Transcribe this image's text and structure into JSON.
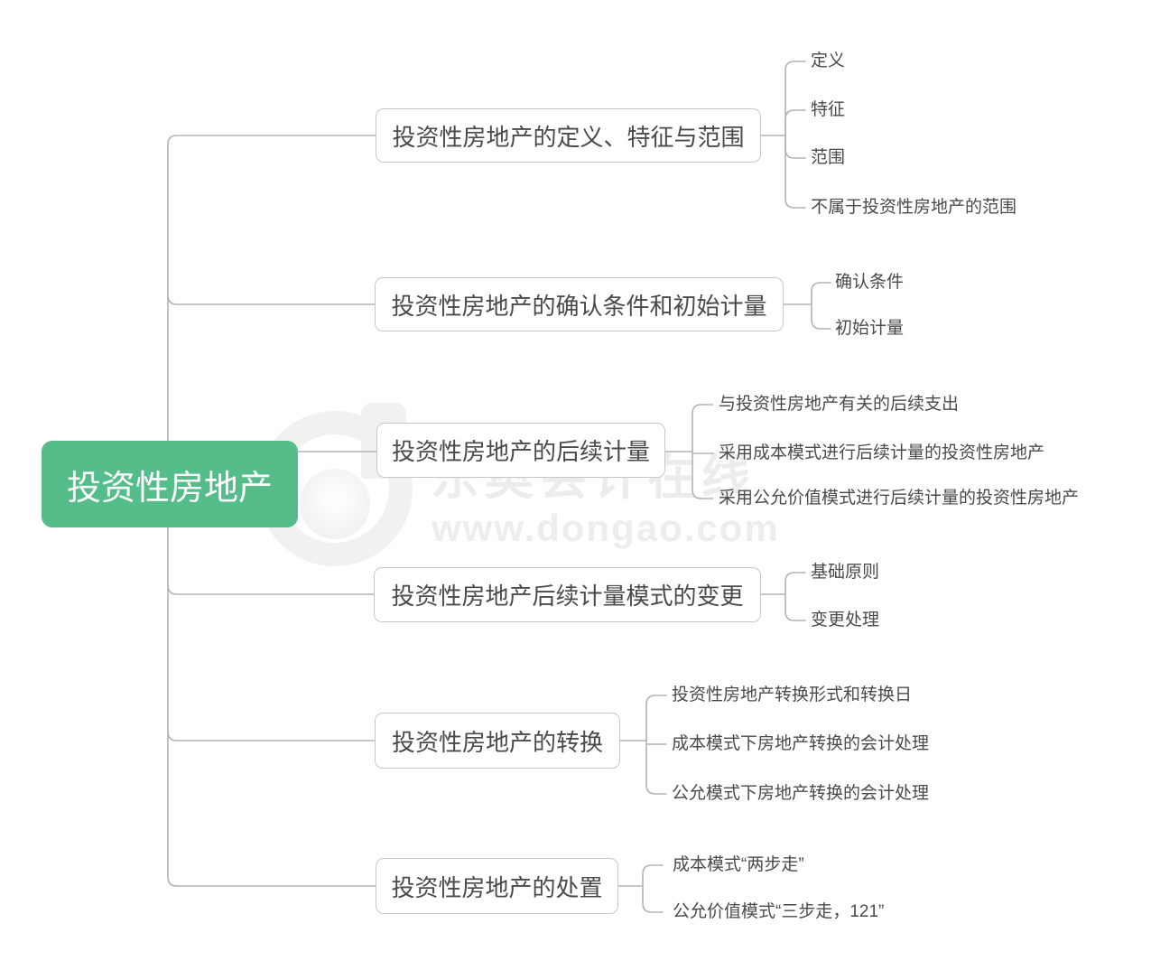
{
  "root": {
    "label": "投资性房地产"
  },
  "branches": [
    {
      "label": "投资性房地产的定义、特征与范围",
      "children": [
        "定义",
        "特征",
        "范围",
        "不属于投资性房地产的范围"
      ]
    },
    {
      "label": "投资性房地产的确认条件和初始计量",
      "children": [
        "确认条件",
        "初始计量"
      ]
    },
    {
      "label": "投资性房地产的后续计量",
      "children": [
        "与投资性房地产有关的后续支出",
        "采用成本模式进行后续计量的投资性房地产",
        "采用公允价值模式进行后续计量的投资性房地产"
      ]
    },
    {
      "label": "投资性房地产后续计量模式的变更",
      "children": [
        "基础原则",
        "变更处理"
      ]
    },
    {
      "label": "投资性房地产的转换",
      "children": [
        "投资性房地产转换形式和转换日",
        "成本模式下房地产转换的会计处理",
        "公允模式下房地产转换的会计处理"
      ]
    },
    {
      "label": "投资性房地产的处置",
      "children": [
        "成本模式“两步走”",
        "公允价值模式“三步走，121”"
      ]
    }
  ],
  "watermark": {
    "brand": "东奥会计在线",
    "url": "www.dongao.com"
  },
  "colors": {
    "root_bg": "#55bd8a",
    "node_border": "#c8c8c8",
    "node_text": "#4a4a4a",
    "line": "#b3b3b3"
  }
}
